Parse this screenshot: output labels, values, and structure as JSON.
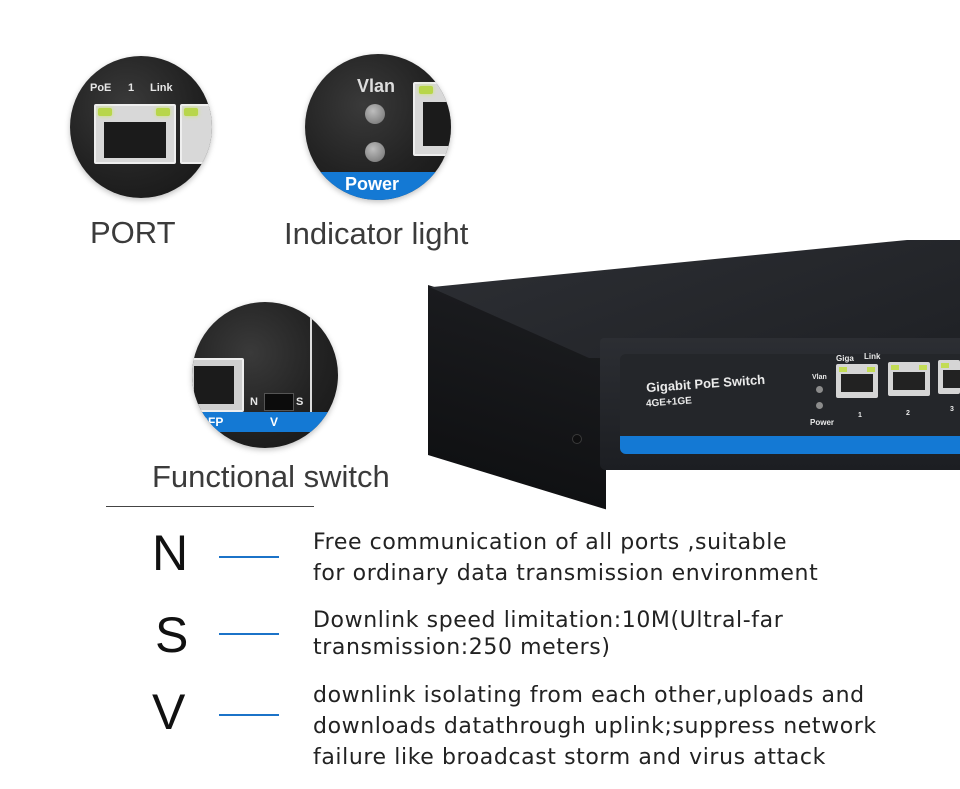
{
  "features": [
    {
      "caption": "PORT",
      "inset": {
        "labels": [
          "PoE",
          "1",
          "Link"
        ]
      }
    },
    {
      "caption": "Indicator light",
      "inset": {
        "top_label": "Vlan",
        "bottom_label": "Power"
      }
    },
    {
      "caption": "Functional switch",
      "inset": {
        "left_label": "N",
        "right_label": "S",
        "strip_left": "SFP",
        "strip_right": "V"
      }
    }
  ],
  "device": {
    "name": "Gigabit PoE Switch",
    "model": "4GE+1GE",
    "led_label": "Vlan",
    "power_label": "Power",
    "port_labels": [
      "Giga",
      "Link"
    ],
    "port_numbers": [
      "1",
      "2",
      "3"
    ]
  },
  "modes": [
    {
      "letter": "N",
      "lines": [
        "Free communication of all ports ,suitable",
        "for ordinary data transmission environment"
      ]
    },
    {
      "letter": "S",
      "lines": [
        "Downlink speed limitation:10M(Ultral-far",
        "transmission:250 meters)"
      ]
    },
    {
      "letter": "V",
      "lines": [
        "downlink isolating from each other,uploads and",
        "downloads datathrough uplink;suppress network",
        "failure like broadcast storm and virus attack"
      ]
    }
  ],
  "colors": {
    "accent_blue": "#1479d4",
    "led_green": "#b8d64a",
    "device_body": "#24262a"
  }
}
